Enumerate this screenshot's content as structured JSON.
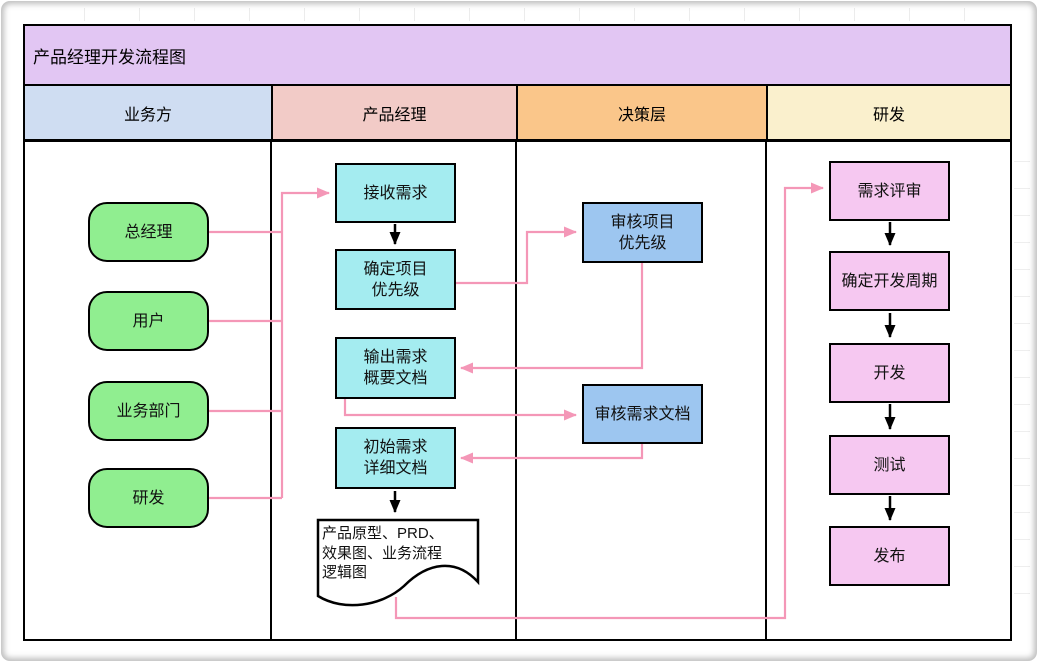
{
  "title": "产品经理开发流程图",
  "lanes": [
    {
      "id": "business",
      "label": "业务方",
      "color": "#CFDDF2"
    },
    {
      "id": "pm",
      "label": "产品经理",
      "color": "#F2CBC7"
    },
    {
      "id": "decision",
      "label": "决策层",
      "color": "#FAC68A"
    },
    {
      "id": "dev",
      "label": "研发",
      "color": "#FAF0CD"
    }
  ],
  "colors": {
    "title_band": "#E2C6F3",
    "node_business": "#90EE90",
    "node_pm": "#A4ECF0",
    "node_decision": "#9DC6F0",
    "node_dev": "#F6C8F1",
    "document_bg": "#FFFFFF",
    "connector_pink": "#F497B7",
    "connector_black": "#000000",
    "border": "#000000"
  },
  "nodes": {
    "business": [
      {
        "label": "总经理"
      },
      {
        "label": "用户"
      },
      {
        "label": "业务部门"
      },
      {
        "label": "研发"
      }
    ],
    "pm": [
      {
        "label": "接收需求"
      },
      {
        "label": "确定项目\n优先级"
      },
      {
        "label": "输出需求\n概要文档"
      },
      {
        "label": "初始需求\n详细文档"
      }
    ],
    "document": {
      "label": "产品原型、PRD、\n效果图、业务流程\n逻辑图"
    },
    "decision": [
      {
        "label": "审核项目\n优先级"
      },
      {
        "label": "审核需求文档"
      }
    ],
    "dev": [
      {
        "label": "需求评审"
      },
      {
        "label": "确定开发周期"
      },
      {
        "label": "开发"
      },
      {
        "label": "测试"
      },
      {
        "label": "发布"
      }
    ]
  },
  "edges": [
    {
      "from": "总经理",
      "to": "接收需求",
      "style": "pink"
    },
    {
      "from": "用户",
      "to": "接收需求",
      "style": "pink"
    },
    {
      "from": "业务部门",
      "to": "接收需求",
      "style": "pink"
    },
    {
      "from": "研发",
      "to": "接收需求",
      "style": "pink"
    },
    {
      "from": "接收需求",
      "to": "确定项目优先级",
      "style": "black"
    },
    {
      "from": "确定项目优先级",
      "to": "审核项目优先级",
      "style": "pink"
    },
    {
      "from": "审核项目优先级",
      "to": "输出需求概要文档",
      "style": "pink"
    },
    {
      "from": "输出需求概要文档",
      "to": "审核需求文档",
      "style": "pink"
    },
    {
      "from": "审核需求文档",
      "to": "初始需求详细文档",
      "style": "pink"
    },
    {
      "from": "初始需求详细文档",
      "to": "产品原型、PRD、效果图、业务流程逻辑图",
      "style": "black"
    },
    {
      "from": "产品原型、PRD、效果图、业务流程逻辑图",
      "to": "需求评审",
      "style": "pink"
    },
    {
      "from": "需求评审",
      "to": "确定开发周期",
      "style": "black"
    },
    {
      "from": "确定开发周期",
      "to": "开发",
      "style": "black"
    },
    {
      "from": "开发",
      "to": "测试",
      "style": "black"
    },
    {
      "from": "测试",
      "to": "发布",
      "style": "black"
    }
  ]
}
